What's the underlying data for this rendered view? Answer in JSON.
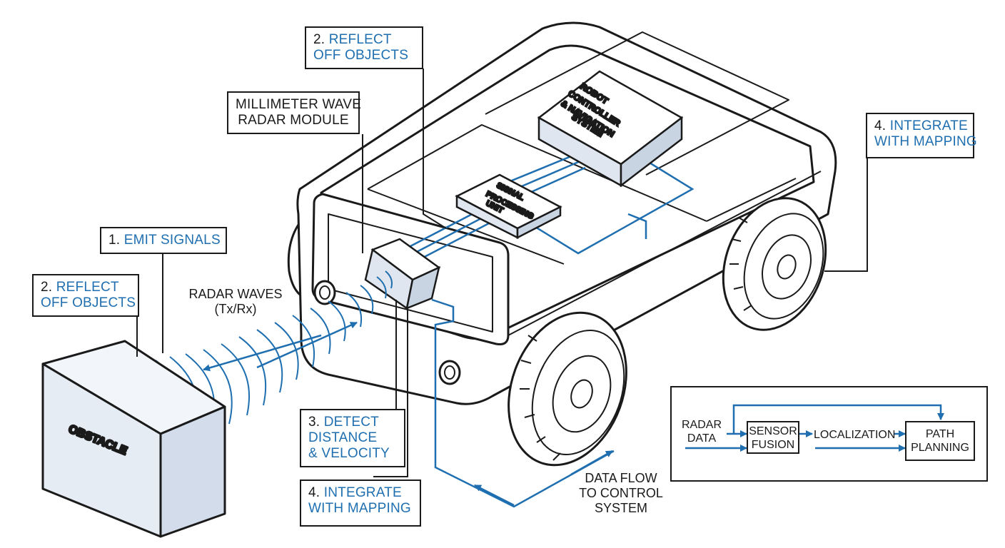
{
  "callouts": {
    "reflect_top": {
      "num": "2.",
      "line1": "REFLECT",
      "line2": "OFF OBJECTS"
    },
    "module": {
      "line1": "MILLIMETER WAVE",
      "line2": "RADAR MODULE"
    },
    "emit": {
      "num": "1.",
      "line1": "EMIT SIGNALS"
    },
    "reflect_left": {
      "num": "2.",
      "line1": "REFLECT",
      "line2": "OFF OBJECTS"
    },
    "detect": {
      "num": "3.",
      "line1": "DETECT",
      "line2": "DISTANCE",
      "line3": "& VELOCITY"
    },
    "integrate_bottom": {
      "num": "4.",
      "line1": "INTEGRATE",
      "line2": "WITH MAPPING"
    },
    "integrate_right": {
      "num": "4.",
      "line1": "INTEGRATE",
      "line2": "WITH MAPPING"
    }
  },
  "labels": {
    "radar_waves": "RADAR WAVES",
    "txrx": "(Tx/Rx)",
    "data_flow_1": "DATA FLOW",
    "data_flow_2": "TO CONTROL",
    "data_flow_3": "SYSTEM",
    "obstacle": "OBSTACLE",
    "signal_unit_1": "SIGNAL",
    "signal_unit_2": "PROCESSING",
    "signal_unit_3": "UNIT",
    "controller_1": "ROBOT",
    "controller_2": "CONTROLLER",
    "controller_3": "& NAVIGATION",
    "controller_4": "SYSTEM"
  },
  "flowchart": {
    "radar_data_1": "RADAR",
    "radar_data_2": "DATA",
    "sensor_fusion_1": "SENSOR",
    "sensor_fusion_2": "FUSION",
    "localization": "LOCALIZATION",
    "path_planning_1": "PATH",
    "path_planning_2": "PLANNING"
  },
  "colors": {
    "accent": "#1f6fb0",
    "ink": "#1a1a1a",
    "obstacle_fill": "#e6ecf4"
  }
}
